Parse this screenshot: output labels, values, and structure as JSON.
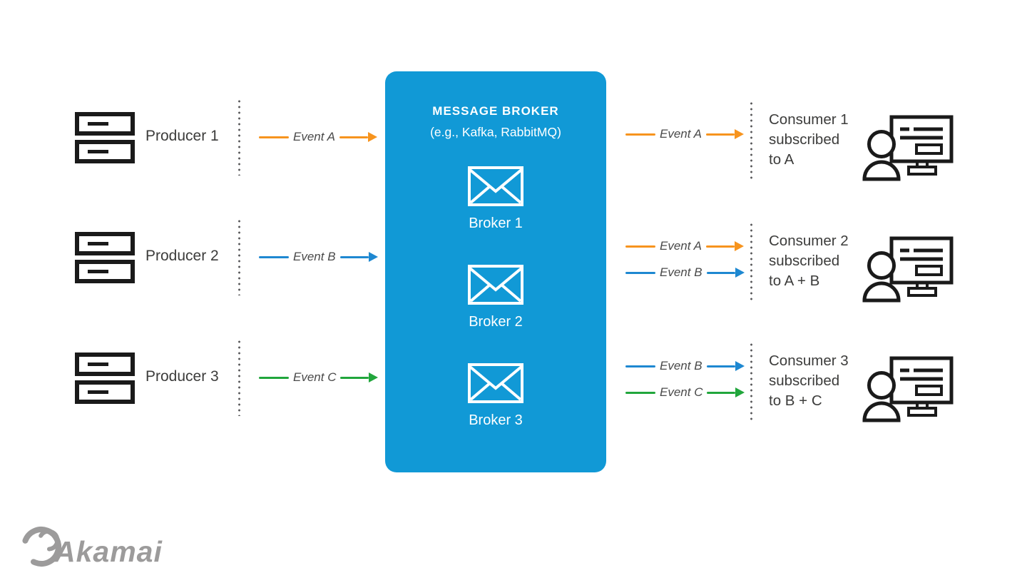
{
  "colors": {
    "orange": "#F7941E",
    "blue": "#1E88D1",
    "green": "#21A63C",
    "broker_box": "#1199D6",
    "text": "#3C3C3B",
    "logo_gray": "#9C9B9B",
    "dot": "#58585A"
  },
  "producers": [
    {
      "label": "Producer 1",
      "event": {
        "name": "Event A",
        "color": "orange"
      }
    },
    {
      "label": "Producer 2",
      "event": {
        "name": "Event B",
        "color": "blue"
      }
    },
    {
      "label": "Producer 3",
      "event": {
        "name": "Event C",
        "color": "green"
      }
    }
  ],
  "broker_box": {
    "title": "MESSAGE BROKER",
    "subtitle": "(e.g., Kafka, RabbitMQ)",
    "brokers": [
      {
        "label": "Broker 1"
      },
      {
        "label": "Broker 2"
      },
      {
        "label": "Broker 3"
      }
    ]
  },
  "consumers": [
    {
      "name": "Consumer 1",
      "sub1": "subscribed",
      "sub2": "to A",
      "events": [
        {
          "name": "Event A",
          "color": "orange"
        }
      ]
    },
    {
      "name": "Consumer 2",
      "sub1": "subscribed",
      "sub2": "to A + B",
      "events": [
        {
          "name": "Event A",
          "color": "orange"
        },
        {
          "name": "Event B",
          "color": "blue"
        }
      ]
    },
    {
      "name": "Consumer 3",
      "sub1": "subscribed",
      "sub2": "to B + C",
      "events": [
        {
          "name": "Event B",
          "color": "blue"
        },
        {
          "name": "Event C",
          "color": "green"
        }
      ]
    }
  ],
  "logo": {
    "text": "Akamai"
  }
}
